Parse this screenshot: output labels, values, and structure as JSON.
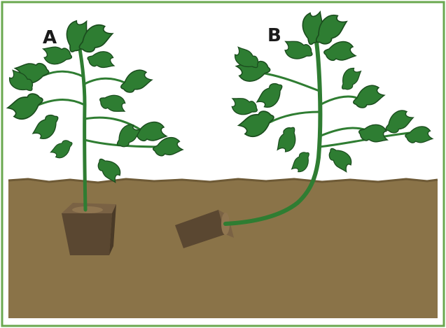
{
  "labels": {
    "a": "A",
    "b": "B"
  },
  "colors": {
    "frame": "#6aa84f",
    "background": "#ffffff",
    "soil": "#8a7348",
    "soil_dark": "#6e5a36",
    "stem": "#2f7d32",
    "leaf": "#2e7d32",
    "leaf_dark": "#1b4d1e",
    "pot": "#5a4731",
    "pot_top": "#7a6244"
  },
  "panels": [
    {
      "id": "A",
      "pot": "upright",
      "plant": "straight-stem"
    },
    {
      "id": "B",
      "pot": "tipped-on-side",
      "plant": "stem-laid-underground-then-upright"
    }
  ]
}
